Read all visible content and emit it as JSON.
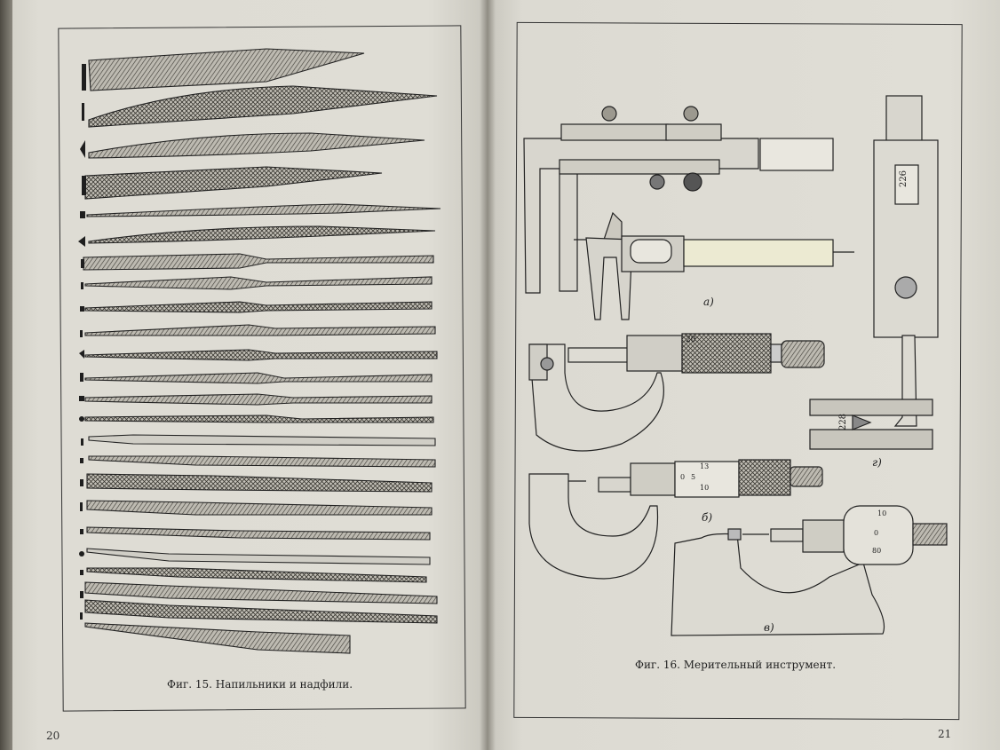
{
  "left_page": {
    "caption": "Фиг. 15. Напильники и надфили.",
    "page_number": "20"
  },
  "right_page": {
    "caption": "Фиг. 16. Мерительный инструмент.",
    "page_number": "21",
    "labels": {
      "a": "а)",
      "b": "б)",
      "v": "в)",
      "g": "г)"
    },
    "indicator_readings": {
      "upper": "226",
      "lower": "228"
    },
    "micrometer_marks": {
      "top_scale": "20",
      "middle_scale": [
        "13",
        "0",
        "5",
        "10"
      ],
      "bottom_scale": [
        "10",
        "0",
        "80"
      ]
    }
  }
}
